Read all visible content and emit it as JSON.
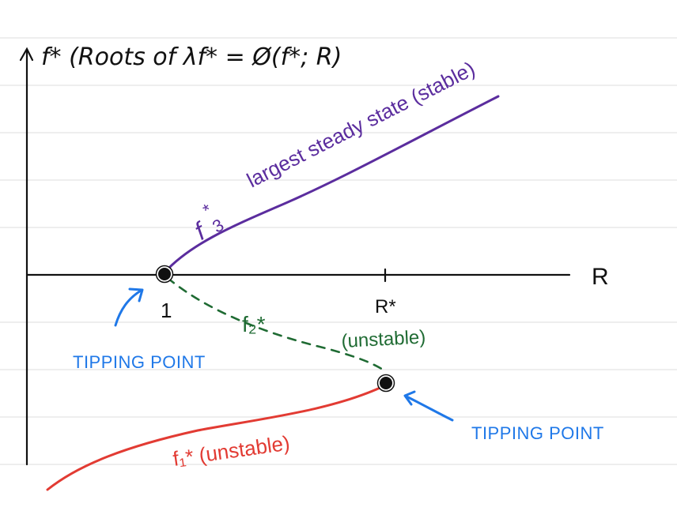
{
  "title": "f* (Roots of λf* = Ø(f*; R)",
  "axes": {
    "y_label": "f*",
    "x_label": "R",
    "tick_1": "1",
    "tick_rstar": "R*"
  },
  "branches": {
    "f3": {
      "symbol": "f",
      "superscript": "*",
      "subscript": "3",
      "label": "largest steady state (stable)",
      "color": "#5b2d9e"
    },
    "f2": {
      "label": "f₂*",
      "stability": "(unstable)",
      "color": "#1f6b33"
    },
    "f1": {
      "label": "f₁* (unstable)",
      "color": "#e23b33"
    }
  },
  "tipping_points": {
    "left_label": "TIPPING POINT",
    "right_label": "TIPPING POINT",
    "color": "#1f78e8"
  },
  "colors": {
    "rule_line": "#e3e3e3",
    "axis": "#111111"
  }
}
